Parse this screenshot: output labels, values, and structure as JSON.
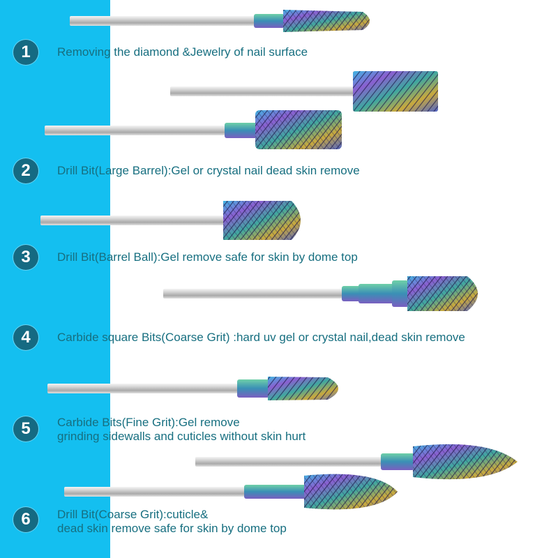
{
  "colors": {
    "stripe": "#14bff0",
    "badge": "#156a82",
    "text": "#176f80",
    "background": "#ffffff"
  },
  "items": [
    {
      "number": "1",
      "lines": [
        "Removing the diamond &Jewelry of nail surface"
      ]
    },
    {
      "number": "2",
      "lines": [
        "Drill Bit(Large Barrel):Gel or crystal nail dead skin remove"
      ]
    },
    {
      "number": "3",
      "lines": [
        "Drill Bit(Barrel Ball):Gel remove safe for skin by dome top"
      ]
    },
    {
      "number": "4",
      "lines": [
        "Carbide square Bits(Coarse Grit) :hard uv gel or crystal nail,dead skin remove"
      ]
    },
    {
      "number": "5",
      "lines": [
        "Carbide Bits(Fine Grit):Gel remove",
        "grinding sidewalls and cuticles without skin hurt"
      ]
    },
    {
      "number": "6",
      "lines": [
        "Drill Bit(Coarse Grit):cuticle&",
        "dead skin remove safe for skin by dome top"
      ]
    }
  ]
}
